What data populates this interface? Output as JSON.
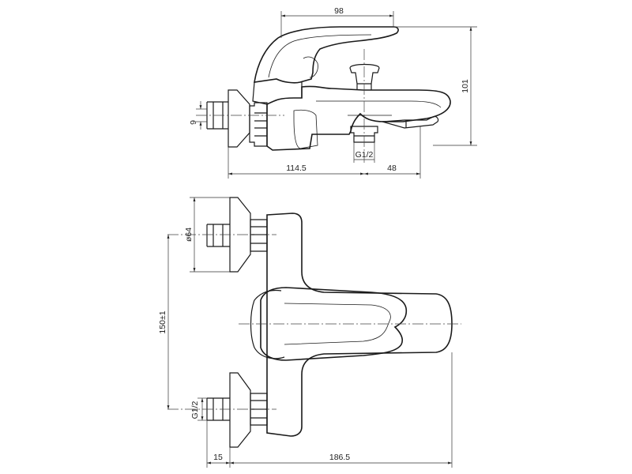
{
  "dimensions": {
    "top_width": "98",
    "height": "101",
    "pipe_offset": "9",
    "outlet_thread": "G1/2",
    "body_length": "114.5",
    "spout_offset": "48",
    "flange_diameter": "ø64",
    "center_distance": "150±1",
    "inlet_thread": "G1/2",
    "wall_offset": "15",
    "total_length": "186.5"
  }
}
